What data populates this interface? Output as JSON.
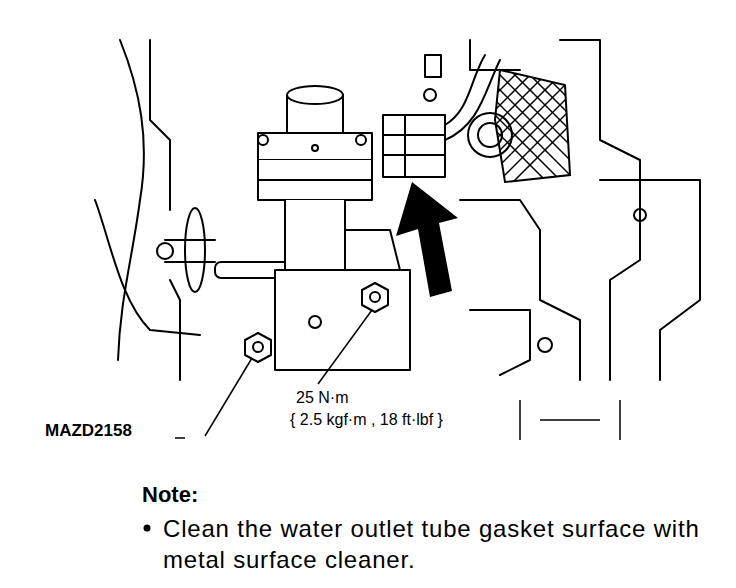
{
  "diagram": {
    "labels": [
      "MAZD2158",
      "25 N·m",
      "{ 2.5 kgf·m , 18 ft·lbf }",
      "Note:",
      "Clean the water outlet tube gasket surface with metal surface cleaner."
    ]
  }
}
